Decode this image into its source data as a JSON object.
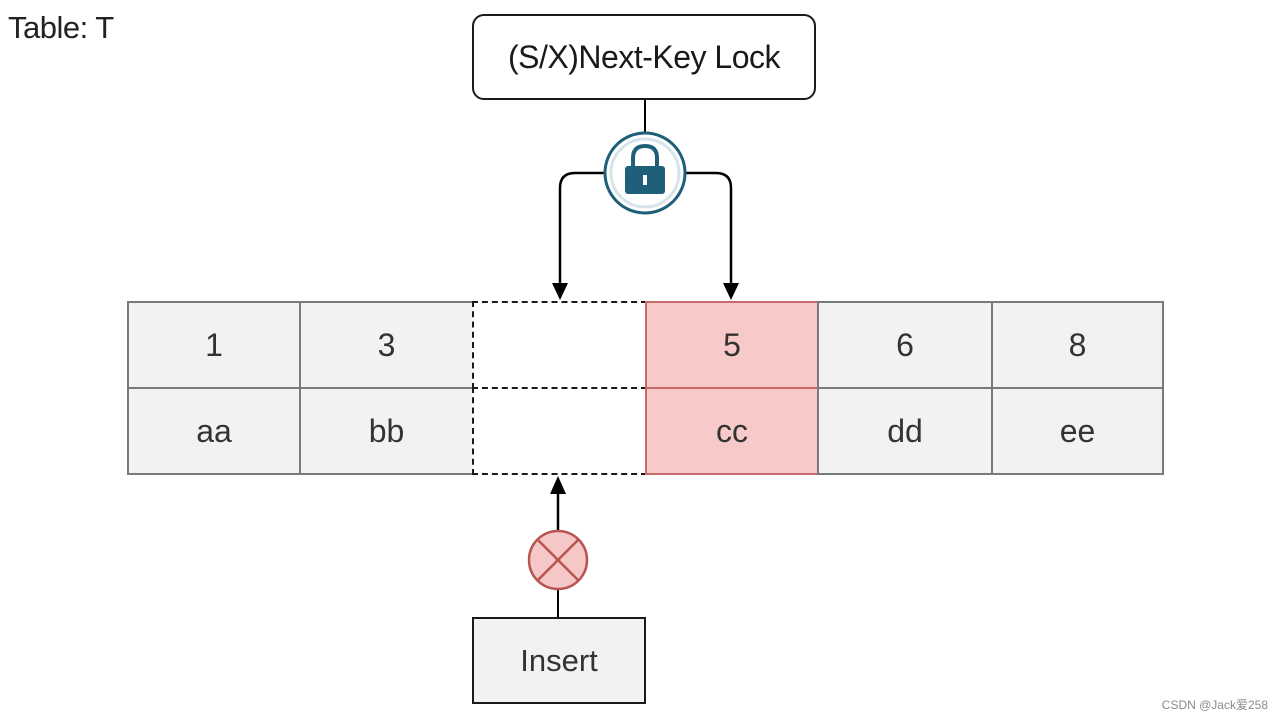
{
  "title": "Table: T",
  "lock": {
    "label": "(S/X)Next-Key Lock",
    "icon": "lock-icon",
    "icon_color": "#1f5f7a"
  },
  "table": {
    "keys": [
      "1",
      "3",
      "",
      "5",
      "6",
      "8"
    ],
    "values": [
      "aa",
      "bb",
      "",
      "cc",
      "dd",
      "ee"
    ],
    "gap_index": 2,
    "locked_index": 3,
    "colors": {
      "locked_fill": "#f7c9c9",
      "locked_border": "#c96a6a",
      "normal_fill": "#f2f2f2"
    }
  },
  "insert": {
    "label": "Insert",
    "blocked_icon": "blocked-x-icon",
    "blocked_color": "#b85450"
  },
  "watermark": "CSDN @Jack爱258"
}
